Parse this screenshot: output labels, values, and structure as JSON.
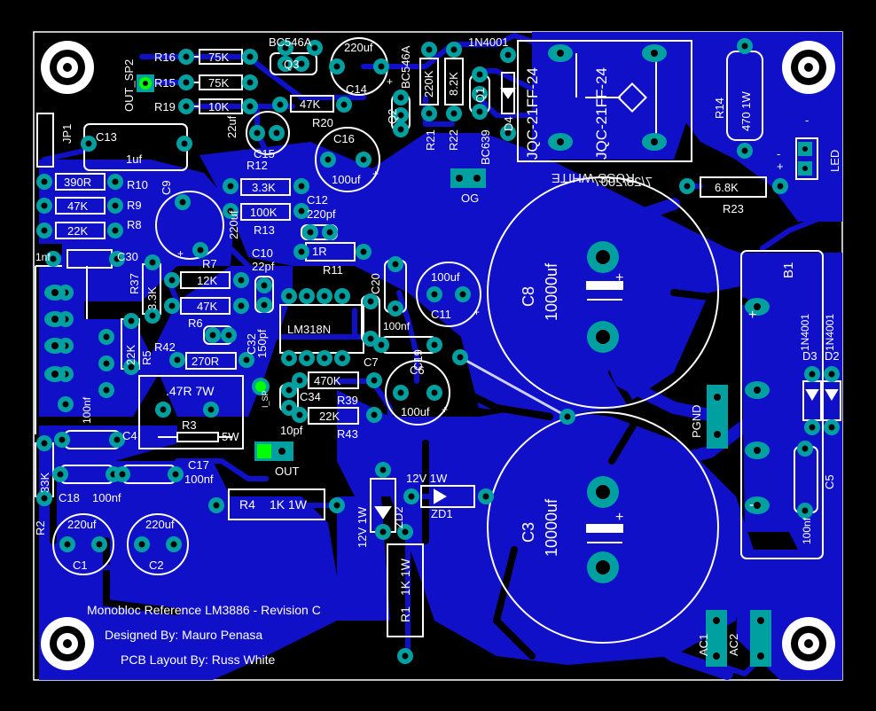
{
  "colors": {
    "background": "#000000",
    "copper": "#1010c8",
    "pad": "#00a0a0",
    "drill": "#000000",
    "silk": "#ffffff",
    "pad_highlight": "#00ff00"
  },
  "credits": {
    "line1": "Monobloc Reference LM3886 - Revision C",
    "line2": "Designed By: Mauro Penasa",
    "line3": "PCB Layout By: Russ White"
  },
  "mirrored_text": {
    "name": "RUSS WHITE",
    "date": "7/28/2007"
  },
  "components": {
    "R16": {
      "ref": "R16",
      "value": "75K"
    },
    "R15": {
      "ref": "R15",
      "value": "75K"
    },
    "R19": {
      "ref": "R19",
      "value": "10K"
    },
    "R20": {
      "ref": "R20",
      "value": "47K"
    },
    "R12": {
      "ref": "R12",
      "value": "3.3K"
    },
    "R13": {
      "ref": "R13",
      "value": "100K"
    },
    "R10": {
      "ref": "R10",
      "value": "390R"
    },
    "R9": {
      "ref": "R9",
      "value": "47K"
    },
    "R8": {
      "ref": "R8",
      "value": "22K"
    },
    "R7": {
      "ref": "R7",
      "value": "12K"
    },
    "R6": {
      "ref": "R6",
      "value": "47K"
    },
    "R37": {
      "ref": "R37",
      "value": "3.3K"
    },
    "R5": {
      "ref": "R5",
      "value": "22K"
    },
    "R42": {
      "ref": "R42",
      "value": "270R"
    },
    "R11": {
      "ref": "R11",
      "value": "1R"
    },
    "R39": {
      "ref": "R39",
      "value": "470K"
    },
    "R43": {
      "ref": "R43",
      "value": "22K"
    },
    "R3": {
      "ref": "R3",
      "value": ".47R 7W",
      "note": "5W"
    },
    "R2": {
      "ref": "R2",
      "value": "33K"
    },
    "R4": {
      "ref": "R4",
      "value": "1K 1W"
    },
    "R1": {
      "ref": "R1",
      "value": "1K 1W"
    },
    "R21": {
      "ref": "R21",
      "value": "220K"
    },
    "R22": {
      "ref": "R22",
      "value": "8.2K"
    },
    "R14": {
      "ref": "R14",
      "value": "470 1W"
    },
    "R23": {
      "ref": "R23",
      "value": "6.8K"
    },
    "C13": {
      "ref": "C13",
      "value": "1uf"
    },
    "C14": {
      "ref": "C14",
      "value": "220uf"
    },
    "C15": {
      "ref": "C15",
      "value": "22uf"
    },
    "C16": {
      "ref": "C16",
      "value": "100uf"
    },
    "C9": {
      "ref": "C9",
      "value": "220uf"
    },
    "C12": {
      "ref": "C12",
      "value": "220pf"
    },
    "C30": {
      "ref": "C30",
      "value": "1nf"
    },
    "C10": {
      "ref": "C10",
      "value": "22pf"
    },
    "C20": {
      "ref": "C20",
      "value": ""
    },
    "C11": {
      "ref": "C11",
      "value": "100uf"
    },
    "C32": {
      "ref": "C32",
      "value": "150pf"
    },
    "C7": {
      "ref": "C7",
      "value": "100nf"
    },
    "C19": {
      "ref": "C19",
      "value": ""
    },
    "C6": {
      "ref": "C6",
      "value": "100uf"
    },
    "C34": {
      "ref": "C34",
      "value": "10pf"
    },
    "C4": {
      "ref": "C4",
      "value": "100nf"
    },
    "C17": {
      "ref": "C17",
      "value": "100nf"
    },
    "C18": {
      "ref": "C18",
      "value": "100nf"
    },
    "C1": {
      "ref": "C1",
      "value": "220uf"
    },
    "C2": {
      "ref": "C2",
      "value": "220uf"
    },
    "C8": {
      "ref": "C8",
      "value": "10000uf"
    },
    "C3": {
      "ref": "C3",
      "value": "10000uf"
    },
    "C5": {
      "ref": "C5",
      "value": "100nf"
    },
    "Q3": {
      "ref": "Q3",
      "value": "BC546A"
    },
    "Q2": {
      "ref": "Q2",
      "value": "BC546A"
    },
    "Q1": {
      "ref": "Q1",
      "value": "BC639"
    },
    "D4": {
      "ref": "D4",
      "value": "1N4001"
    },
    "D3": {
      "ref": "D3",
      "value": "1N4001"
    },
    "D2": {
      "ref": "D2",
      "value": "1N4001"
    },
    "ZD1": {
      "ref": "ZD1",
      "value": "12V 1W"
    },
    "ZD2": {
      "ref": "ZD2",
      "value": "12V 1W"
    },
    "U1": {
      "ref": "",
      "value": "LM318N"
    },
    "RELAY": {
      "ref": "",
      "value": "JQC-21FF-24"
    },
    "B1": {
      "ref": "B1",
      "value": ""
    }
  },
  "connectors": {
    "out_sp2": "OUT_SP2",
    "jp1": "JP1",
    "og": "OG",
    "pgnd": "PGND",
    "out": "OUT",
    "led": "LED",
    "ac1": "AC1",
    "ac2": "AC2",
    "i_sp": "I_SP"
  },
  "polarity": {
    "plus": "+",
    "minus": "-"
  }
}
